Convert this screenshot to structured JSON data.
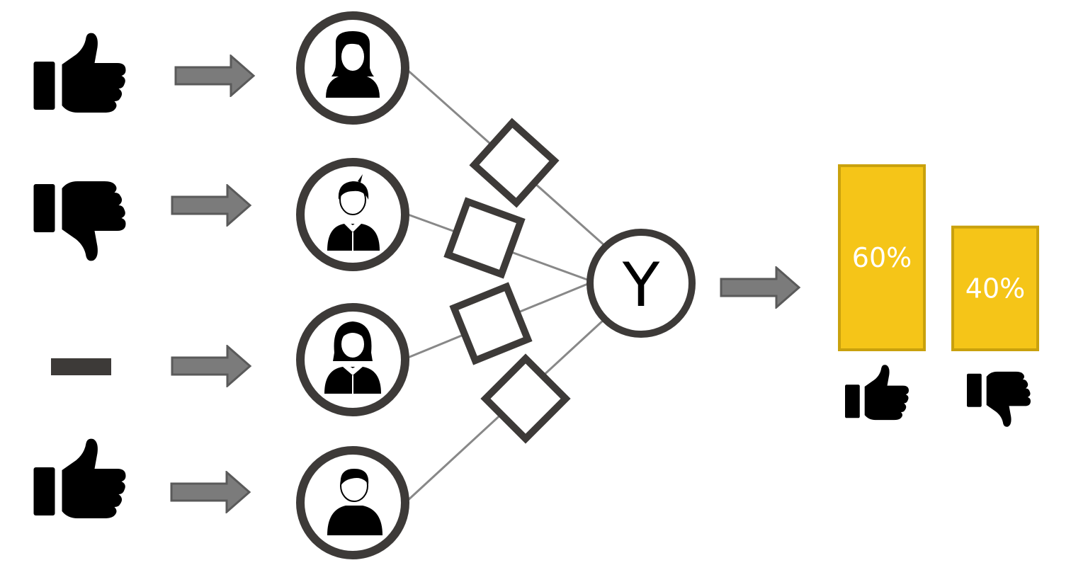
{
  "inputs": [
    {
      "vote": "thumbs-up"
    },
    {
      "vote": "thumbs-down"
    },
    {
      "vote": "neutral"
    },
    {
      "vote": "thumbs-up"
    }
  ],
  "voters": [
    {
      "icon": "woman-avatar-icon"
    },
    {
      "icon": "boy-avatar-icon"
    },
    {
      "icon": "girl-avatar-icon"
    },
    {
      "icon": "man-avatar-icon"
    }
  ],
  "output_node": {
    "label": "Y"
  },
  "results": [
    {
      "label": "60%",
      "value": 60,
      "icon": "thumbs-up"
    },
    {
      "label": "40%",
      "value": 40,
      "icon": "thumbs-down"
    }
  ],
  "colors": {
    "icon": "#000000",
    "ring": "#3d3a38",
    "arrow_fill": "#7b7b7b",
    "arrow_stroke": "#5a5a5a",
    "bar_fill": "#f5c518",
    "bar_stroke": "#c9a10d",
    "bar_text": "#ffffff",
    "line": "#888888"
  }
}
